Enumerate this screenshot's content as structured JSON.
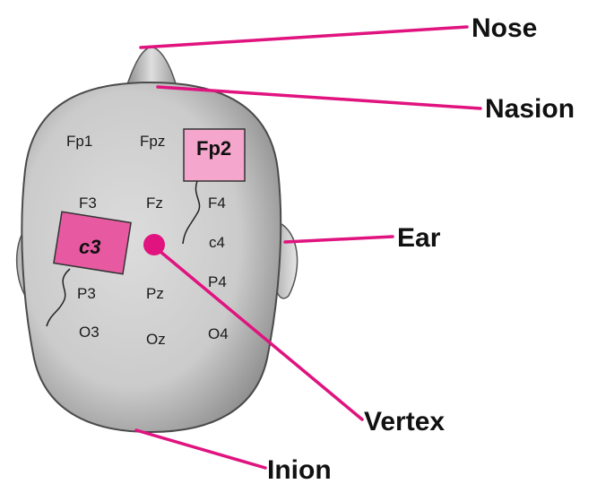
{
  "colors": {
    "accent": "#e0137f",
    "electrode_fp2_fill": "#f4a6cc",
    "electrode_c3_fill": "#e75aa1",
    "scalp_fill": "#c9c9c9",
    "scalp_edge": "#4a4a4a"
  },
  "electrodes": {
    "fp1": "Fp1",
    "fpz": "Fpz",
    "fp2": "Fp2",
    "f3": "F3",
    "fz": "Fz",
    "f4": "F4",
    "c3": "c3",
    "c4": "c4",
    "p3": "P3",
    "pz": "Pz",
    "p4": "P4",
    "o3": "O3",
    "oz": "Oz",
    "o4": "O4"
  },
  "labels": {
    "nose": "Nose",
    "nasion": "Nasion",
    "ear": "Ear",
    "vertex": "Vertex",
    "inion": "Inion"
  }
}
